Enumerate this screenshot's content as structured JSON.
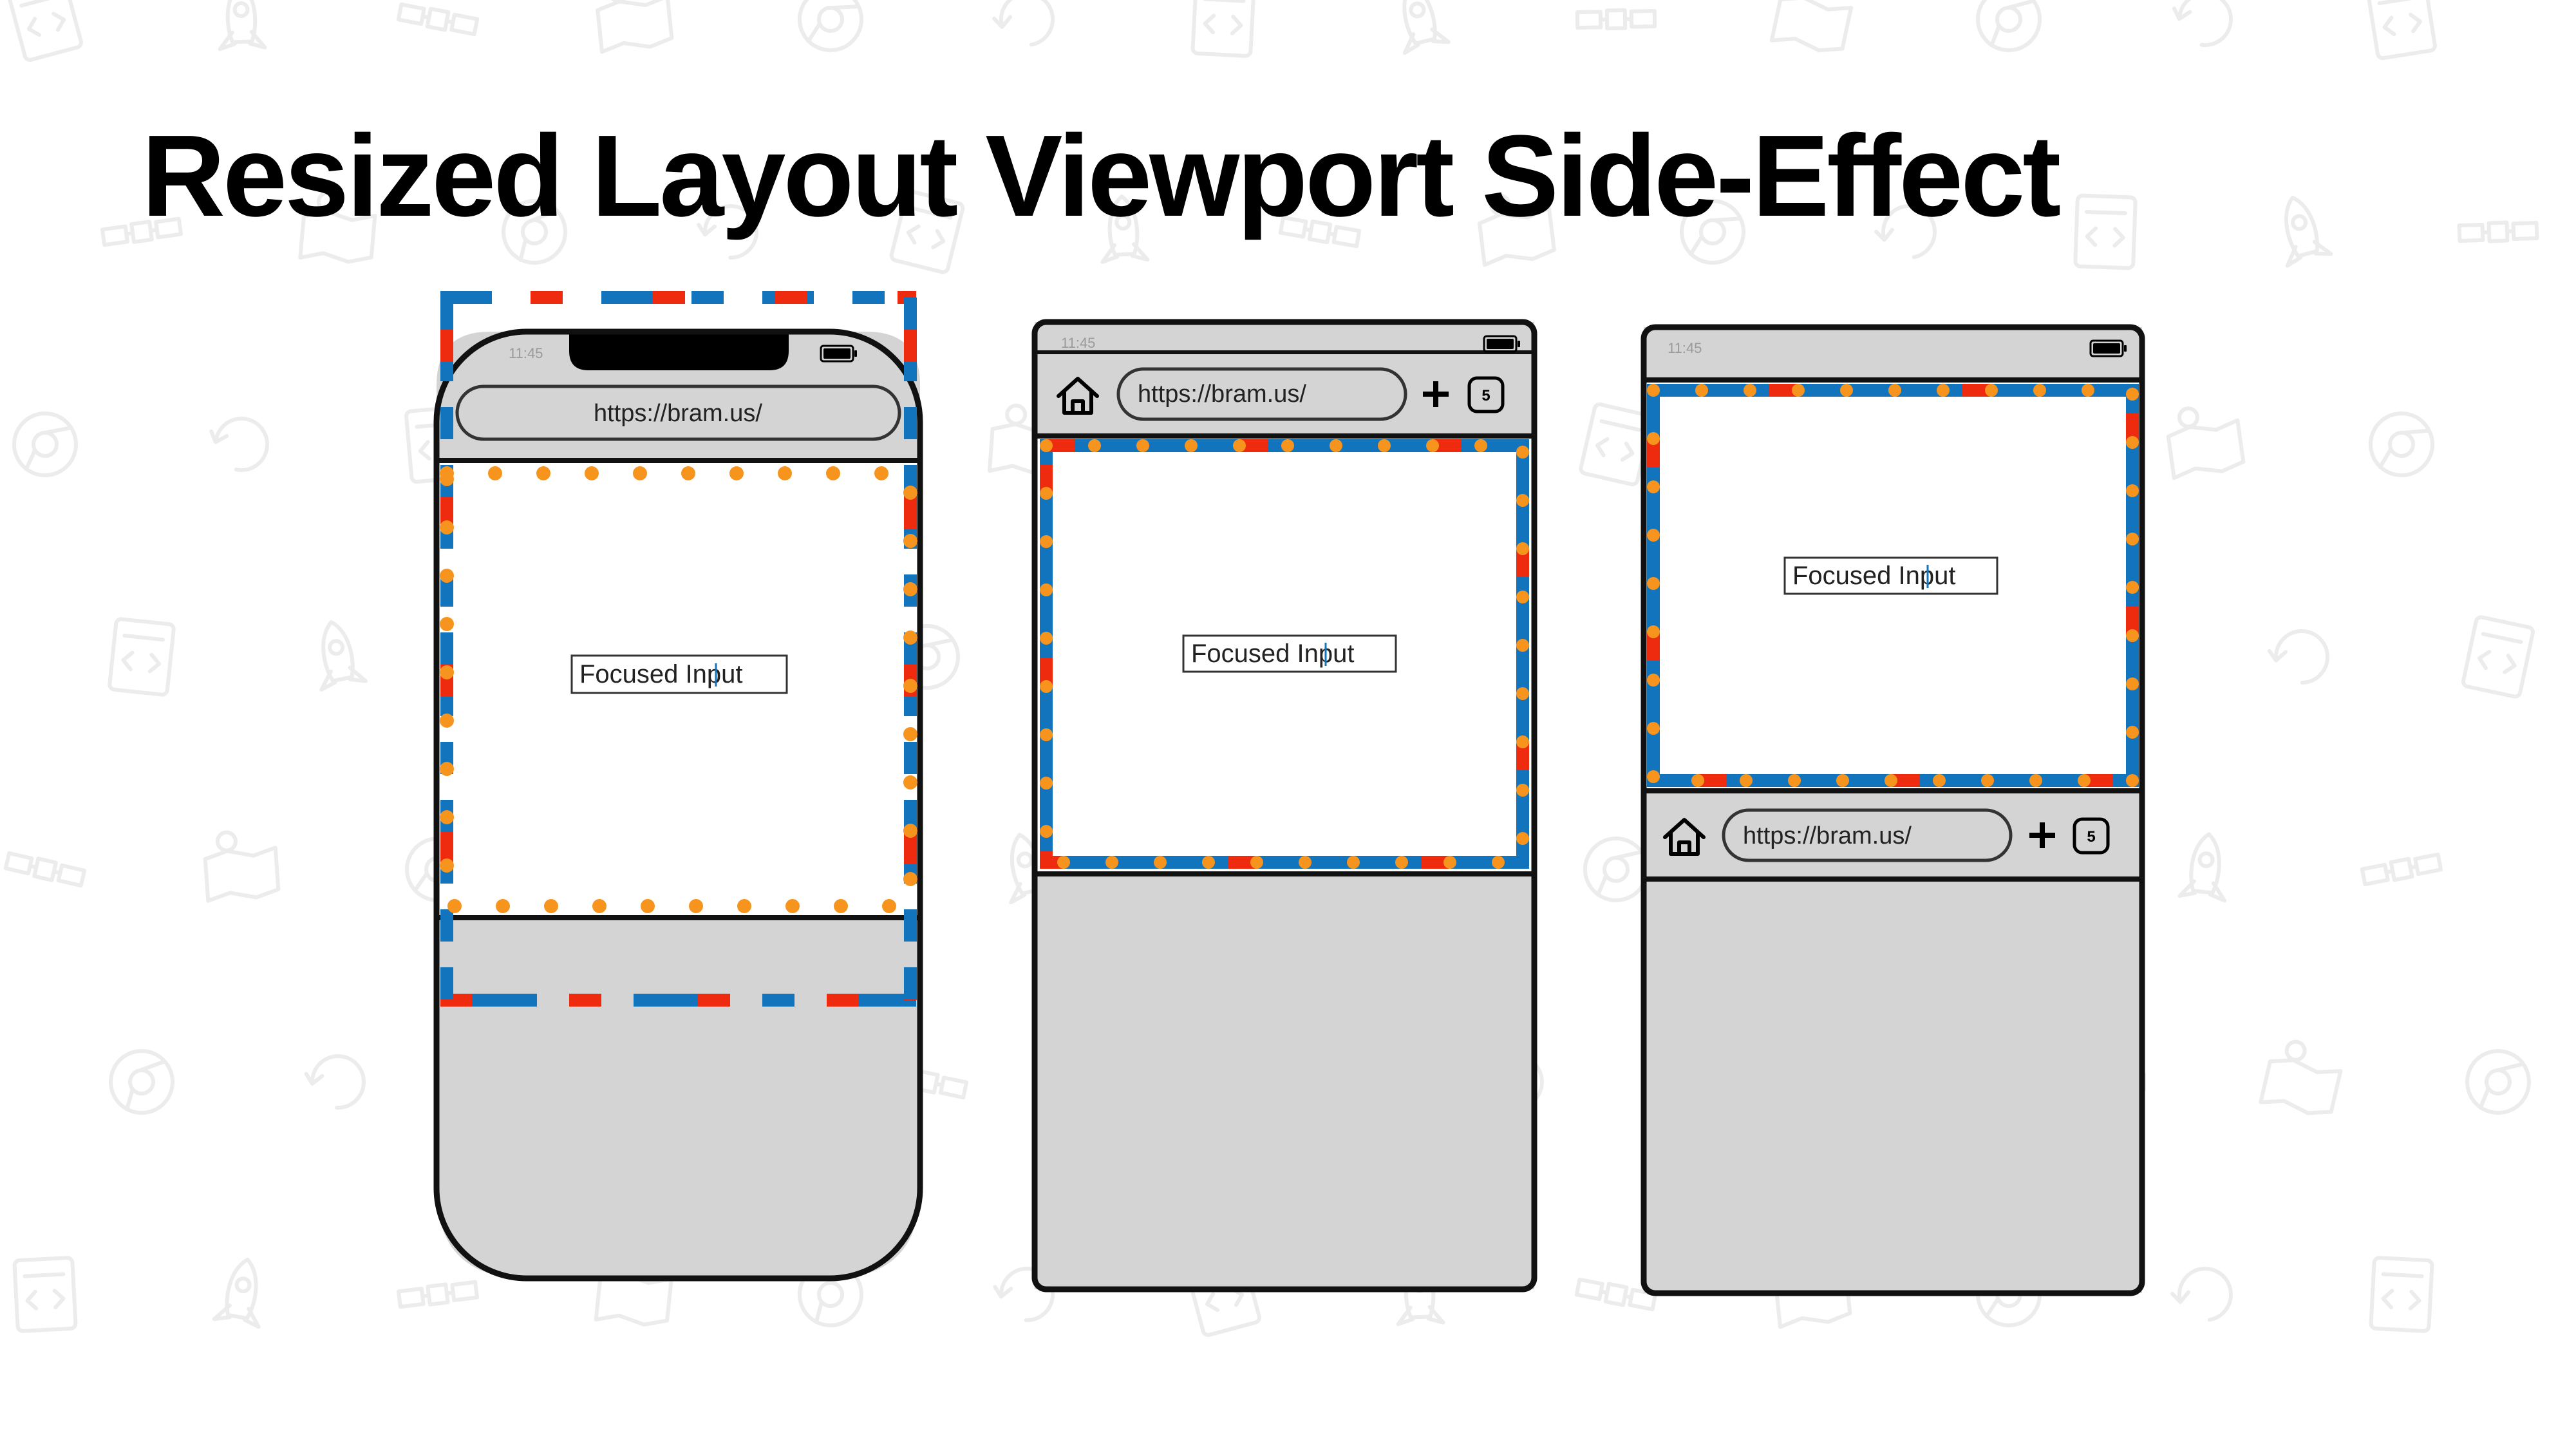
{
  "slide": {
    "title": "Resized Layout Viewport Side-Effect"
  },
  "colors": {
    "blue": "#1274bd",
    "red": "#ee2a0f",
    "orange": "#f7941d",
    "chrome_gray": "#d4d4d4",
    "outline": "#111111"
  },
  "icons": {
    "background": [
      "html-icon",
      "css-icon",
      "rocket-icon",
      "satellite-icon",
      "map-icon",
      "compass-icon",
      "chrome-icon",
      "globe-icon",
      "location-pin-icon",
      "refresh-icon"
    ],
    "browser": [
      "home-icon",
      "plus-icon",
      "battery-icon"
    ]
  },
  "phones": [
    {
      "id": "ios-safari",
      "status_time": "11:45",
      "url": "https://bram.us/",
      "focused_input_label": "Focused Input"
    },
    {
      "id": "chrome-top-bar",
      "status_time": "11:45",
      "url": "https://bram.us/",
      "tab_count": "5",
      "focused_input_label": "Focused Input"
    },
    {
      "id": "chrome-bottom-bar",
      "status_time": "11:45",
      "url": "https://bram.us/",
      "tab_count": "5",
      "focused_input_label": "Focused Input"
    }
  ]
}
